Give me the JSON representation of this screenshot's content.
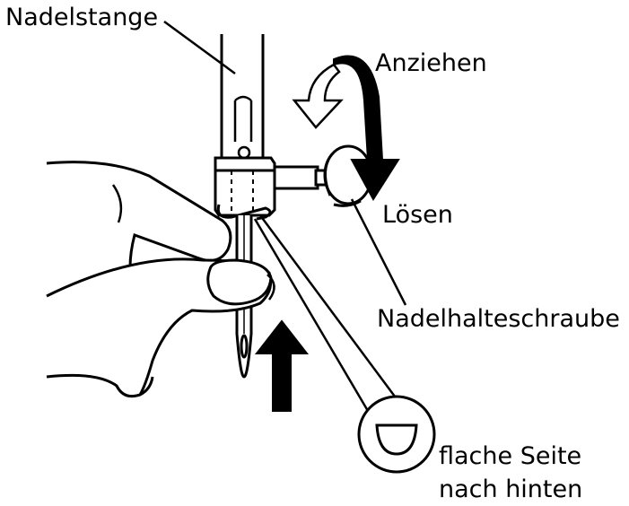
{
  "labels": {
    "needle_bar": "Nadelstange",
    "tighten": "Anziehen",
    "loosen": "Lösen",
    "needle_clamp_screw": "Nadelhalteschraube",
    "flat_side_line1": "flache Seite",
    "flat_side_line2": "nach hinten"
  },
  "colors": {
    "ink": "#000000",
    "paper": "#ffffff"
  }
}
